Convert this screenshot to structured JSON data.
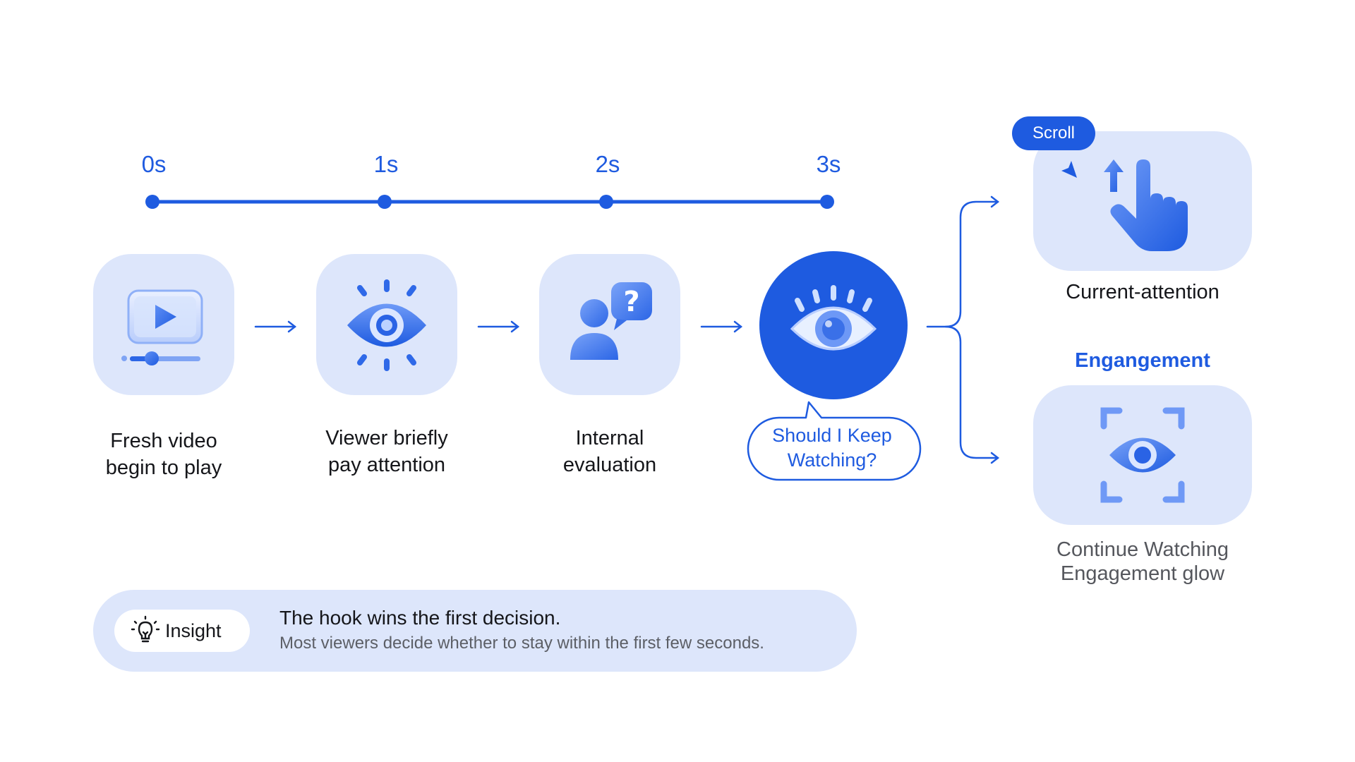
{
  "timeline": {
    "ticks": [
      "0s",
      "1s",
      "2s",
      "3s"
    ]
  },
  "steps": [
    {
      "line1": "Fresh video",
      "line2": "begin to play"
    },
    {
      "line1": "Viewer briefly",
      "line2": "pay attention"
    },
    {
      "line1": "Internal",
      "line2": "evaluation"
    }
  ],
  "decision": {
    "line1": "Should I Keep",
    "line2": "Watching?"
  },
  "outcomes": {
    "scroll_badge": "Scroll",
    "scroll_label": "Current-attention",
    "engagement_title": "Engangement",
    "engagement_line1": "Continue Watching",
    "engagement_line2": "Engagement glow"
  },
  "insight": {
    "badge": "Insight",
    "title": "The hook wins the first decision.",
    "subtitle": "Most viewers decide whether to stay within the first few seconds."
  },
  "colors": {
    "accent": "#1e5be0",
    "tile": "#dde6fb",
    "text": "#15161a",
    "muted": "#5c5f66"
  },
  "icons": {
    "step1": "video-play-icon",
    "step2": "eye-icon",
    "step3": "person-question-icon",
    "decision": "eye-icon",
    "scroll": "hand-swipe-icon",
    "engagement": "eye-focus-icon",
    "insight": "lightbulb-icon"
  }
}
